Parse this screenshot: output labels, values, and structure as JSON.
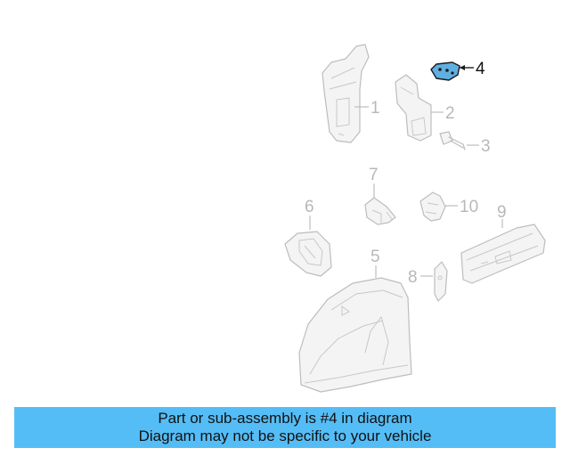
{
  "callouts": [
    "1",
    "2",
    "3",
    "4",
    "5",
    "6",
    "7",
    "8",
    "9",
    "10"
  ],
  "highlighted_callout": "4",
  "banner": {
    "line1": "Part or sub-assembly is #4 in diagram",
    "line2": "Diagram may not be specific to your vehicle"
  },
  "colors": {
    "banner_background": "#55bdf6",
    "highlight_part": "#5fb0e0",
    "faded_part": "#bdbdbd"
  }
}
